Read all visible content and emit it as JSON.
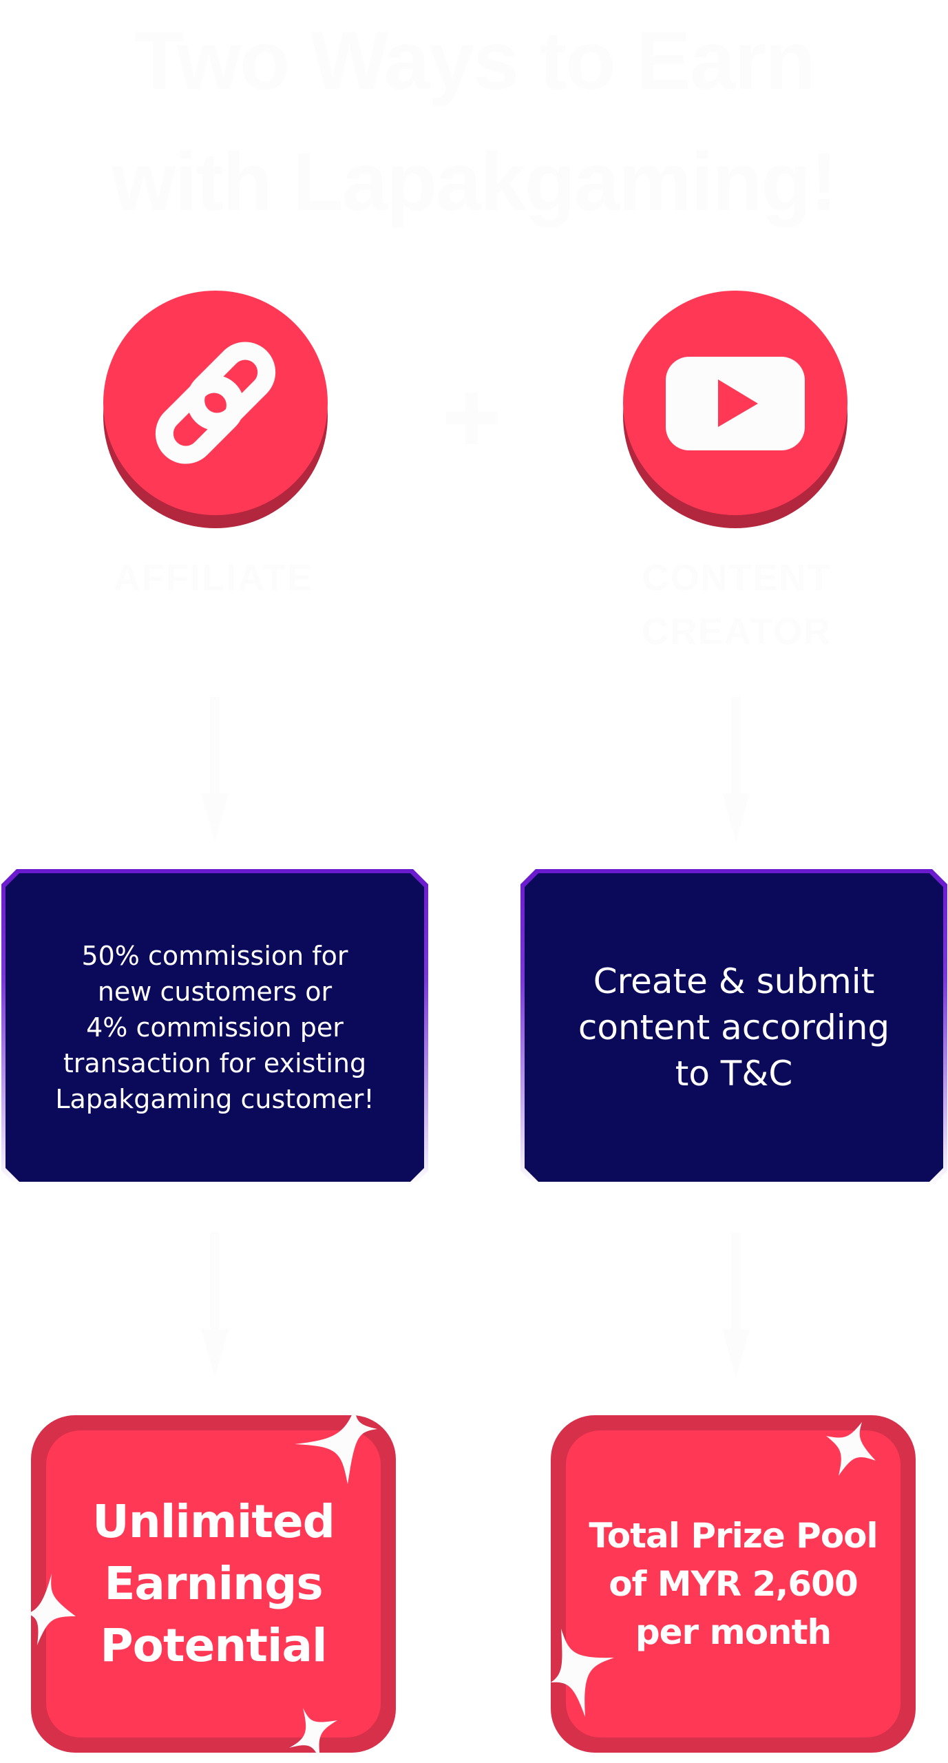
{
  "header": {
    "title_line1": "Two Ways to Earn",
    "title_line2": "with Lapakgaming!"
  },
  "colors": {
    "background": "#ffffff",
    "title_text": "#fcfcfc",
    "accent_red": "#ff3856",
    "accent_red_shadow": "#b2263e",
    "reward_border": "#d6304a",
    "card_navy": "#0b0a5a",
    "card_border_purple": "#6a1acd"
  },
  "connector": {
    "icon": "plus-icon"
  },
  "paths": [
    {
      "id": "affiliate",
      "icon": "link-icon",
      "label": "AFFILIATE",
      "description": "50% commission for\nnew customers or\n4% commission per\ntransaction for existing\nLapakgaming customer!",
      "reward": "Unlimited\nEarnings\nPotential"
    },
    {
      "id": "content-creator",
      "icon": "youtube-play-icon",
      "label": "CONTENT\nCREATOR",
      "description": "Create & submit\ncontent according\nto T&C",
      "reward": "Total Prize Pool\nof MYR 2,600\nper month"
    }
  ]
}
